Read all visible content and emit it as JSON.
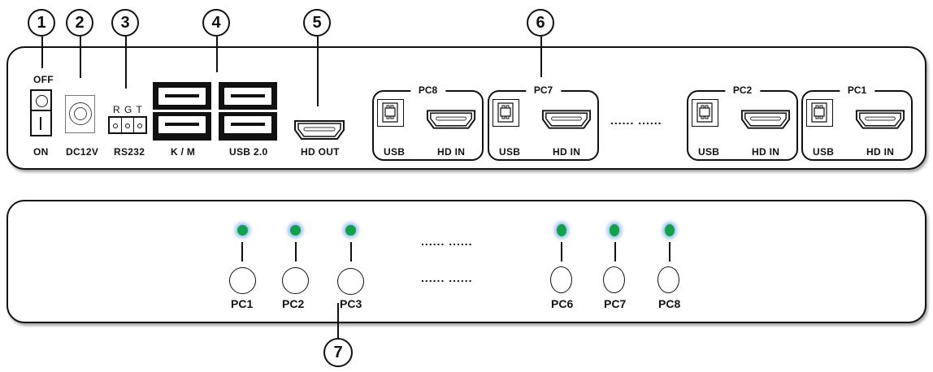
{
  "callouts": [
    "1",
    "2",
    "3",
    "4",
    "5",
    "6",
    "7"
  ],
  "rear_panel": {
    "power_switch": {
      "off_label": "OFF",
      "on_label": "ON",
      "off_symbol": "O",
      "on_symbol": "|"
    },
    "dc_label": "DC12V",
    "rs232": {
      "pins": "R G T",
      "label": "RS232"
    },
    "km_label": "K / M",
    "usb_label": "USB 2.0",
    "hd_out_label": "HD OUT",
    "ellipsis": "...... ......",
    "pc_groups": [
      {
        "title": "PC8",
        "usb": "USB",
        "hd": "HD IN"
      },
      {
        "title": "PC7",
        "usb": "USB",
        "hd": "HD IN"
      },
      {
        "title": "PC2",
        "usb": "USB",
        "hd": "HD IN"
      },
      {
        "title": "PC1",
        "usb": "USB",
        "hd": "HD IN"
      }
    ]
  },
  "front_panel": {
    "led_color": "#12a14a",
    "ellipsis": "...... ......",
    "buttons": [
      {
        "label": "PC1"
      },
      {
        "label": "PC2"
      },
      {
        "label": "PC3"
      },
      {
        "label": "PC6"
      },
      {
        "label": "PC7"
      },
      {
        "label": "PC8"
      }
    ]
  }
}
